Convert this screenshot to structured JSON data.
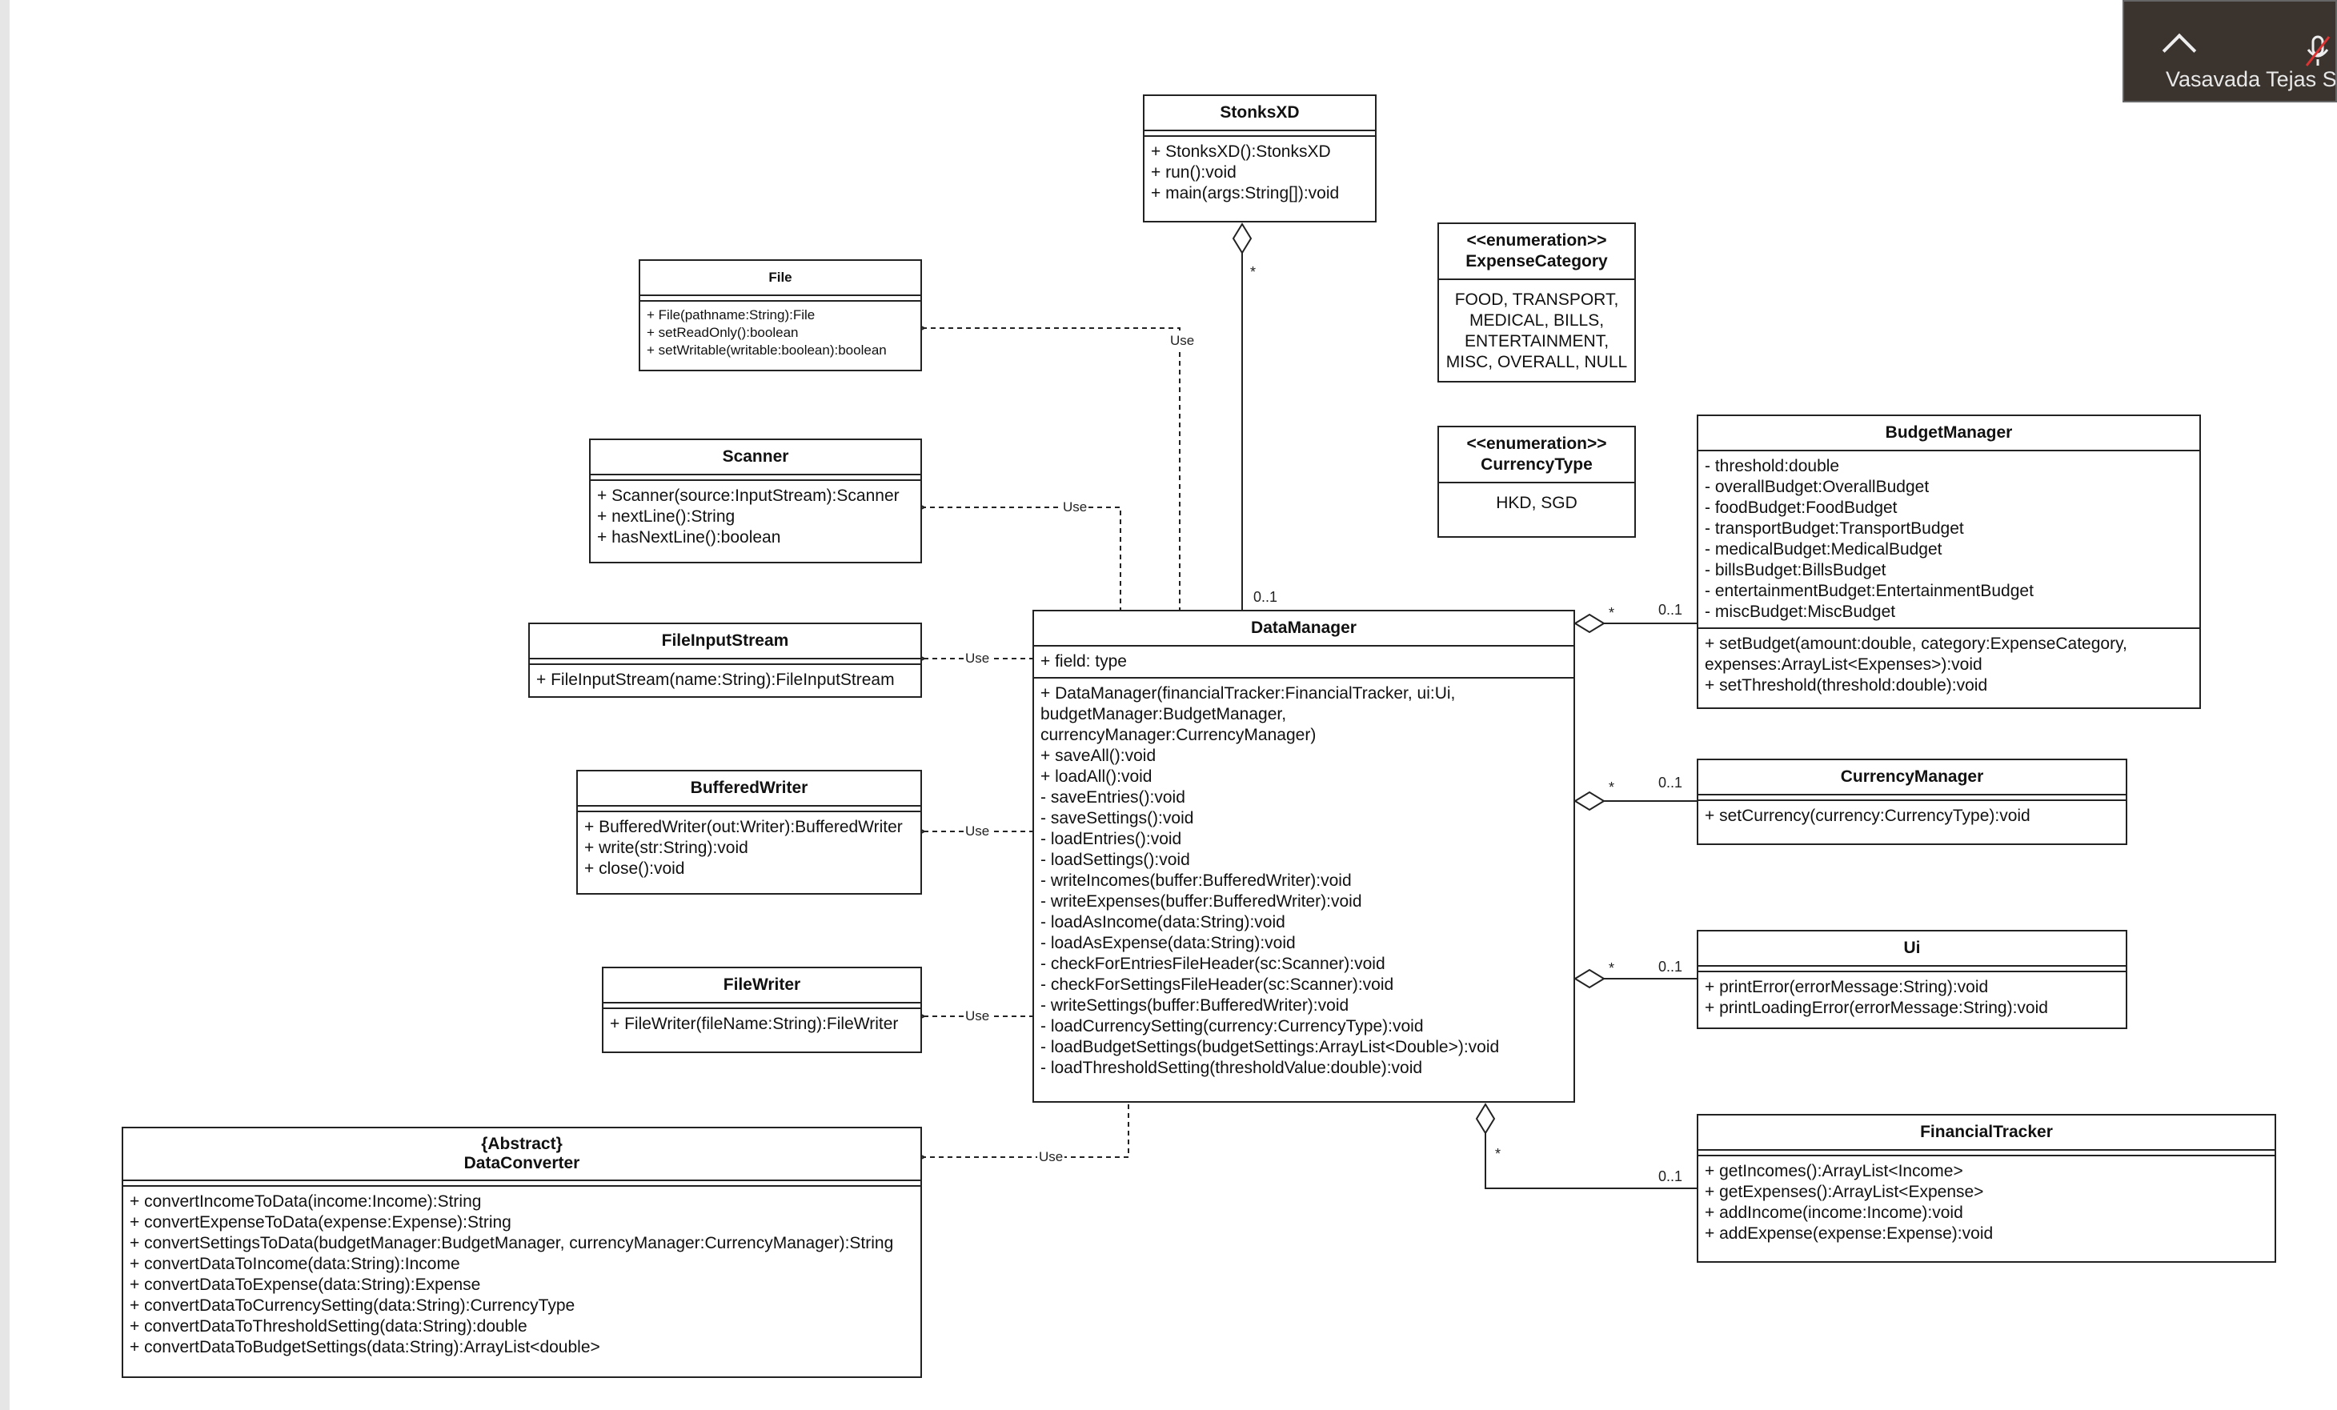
{
  "video_tile": {
    "name": "Vasavada Tejas S"
  },
  "classes": {
    "stonks": {
      "name": "StonksXD",
      "methods": [
        "+ StonksXD():StonksXD",
        "+ run():void",
        "+ main(args:String[]):void"
      ]
    },
    "file": {
      "name": "File",
      "methods": [
        "+ File(pathname:String):File",
        "+ setReadOnly():boolean",
        "+ setWritable(writable:boolean):boolean"
      ]
    },
    "scanner": {
      "name": "Scanner",
      "methods": [
        "+ Scanner(source:InputStream):Scanner",
        "+ nextLine():String",
        "+ hasNextLine():boolean"
      ]
    },
    "fis": {
      "name": "FileInputStream",
      "methods": [
        "+ FileInputStream(name:String):FileInputStream"
      ]
    },
    "bw": {
      "name": "BufferedWriter",
      "methods": [
        "+ BufferedWriter(out:Writer):BufferedWriter",
        "+ write(str:String):void",
        "+ close():void"
      ]
    },
    "fw": {
      "name": "FileWriter",
      "methods": [
        "+ FileWriter(fileName:String):FileWriter"
      ]
    },
    "dc": {
      "stereotype": "{Abstract}",
      "name": "DataConverter",
      "methods": [
        "+ convertIncomeToData(income:Income):String",
        "+ convertExpenseToData(expense:Expense):String",
        "+ convertSettingsToData(budgetManager:BudgetManager, currencyManager:CurrencyManager):String",
        "+ convertDataToIncome(data:String):Income",
        "+ convertDataToExpense(data:String):Expense",
        "+ convertDataToCurrencySetting(data:String):CurrencyType",
        "+ convertDataToThresholdSetting(data:String):double",
        "+ convertDataToBudgetSettings(data:String):ArrayList<double>"
      ]
    },
    "dm": {
      "name": "DataManager",
      "attributes": [
        "+ field: type"
      ],
      "methods": [
        "+ DataManager(financialTracker:FinancialTracker, ui:Ui,",
        "budgetManager:BudgetManager,",
        "currencyManager:CurrencyManager)",
        "+ saveAll():void",
        "+ loadAll():void",
        "- saveEntries():void",
        "- saveSettings():void",
        "- loadEntries():void",
        "- loadSettings():void",
        "- writeIncomes(buffer:BufferedWriter):void",
        "- writeExpenses(buffer:BufferedWriter):void",
        "- loadAsIncome(data:String):void",
        "- loadAsExpense(data:String):void",
        "- checkForEntriesFileHeader(sc:Scanner):void",
        "- checkForSettingsFileHeader(sc:Scanner):void",
        "- writeSettings(buffer:BufferedWriter):void",
        "- loadCurrencySetting(currency:CurrencyType):void",
        "- loadBudgetSettings(budgetSettings:ArrayList<Double>):void",
        "- loadThresholdSetting(thresholdValue:double):void"
      ]
    },
    "ec": {
      "stereotype": "<<enumeration>>",
      "name": "ExpenseCategory",
      "values": [
        "FOOD, TRANSPORT,",
        "MEDICAL, BILLS,",
        "ENTERTAINMENT,",
        "MISC, OVERALL, NULL"
      ]
    },
    "ct": {
      "stereotype": "<<enumeration>>",
      "name": "CurrencyType",
      "values": [
        "HKD, SGD"
      ]
    },
    "bm": {
      "name": "BudgetManager",
      "attributes": [
        "- threshold:double",
        "- overallBudget:OverallBudget",
        "- foodBudget:FoodBudget",
        "- transportBudget:TransportBudget",
        "- medicalBudget:MedicalBudget",
        "- billsBudget:BillsBudget",
        "- entertainmentBudget:EntertainmentBudget",
        "- miscBudget:MiscBudget"
      ],
      "methods": [
        "+ setBudget(amount:double, category:ExpenseCategory,",
        "expenses:ArrayList<Expenses>):void",
        "+ setThreshold(threshold:double):void"
      ]
    },
    "cm": {
      "name": "CurrencyManager",
      "methods": [
        "+ setCurrency(currency:CurrencyType):void"
      ]
    },
    "ui": {
      "name": "Ui",
      "methods": [
        "+ printError(errorMessage:String):void",
        "+ printLoadingError(errorMessage:String):void"
      ]
    },
    "ft": {
      "name": "FinancialTracker",
      "methods": [
        "+ getIncomes():ArrayList<Income>",
        "+ getExpenses():ArrayList<Expense>",
        "+ addIncome(income:Income):void",
        "+ addExpense(expense:Expense):void"
      ]
    }
  },
  "labels": {
    "use": "Use",
    "many": "*",
    "zero_one": "0..1"
  }
}
